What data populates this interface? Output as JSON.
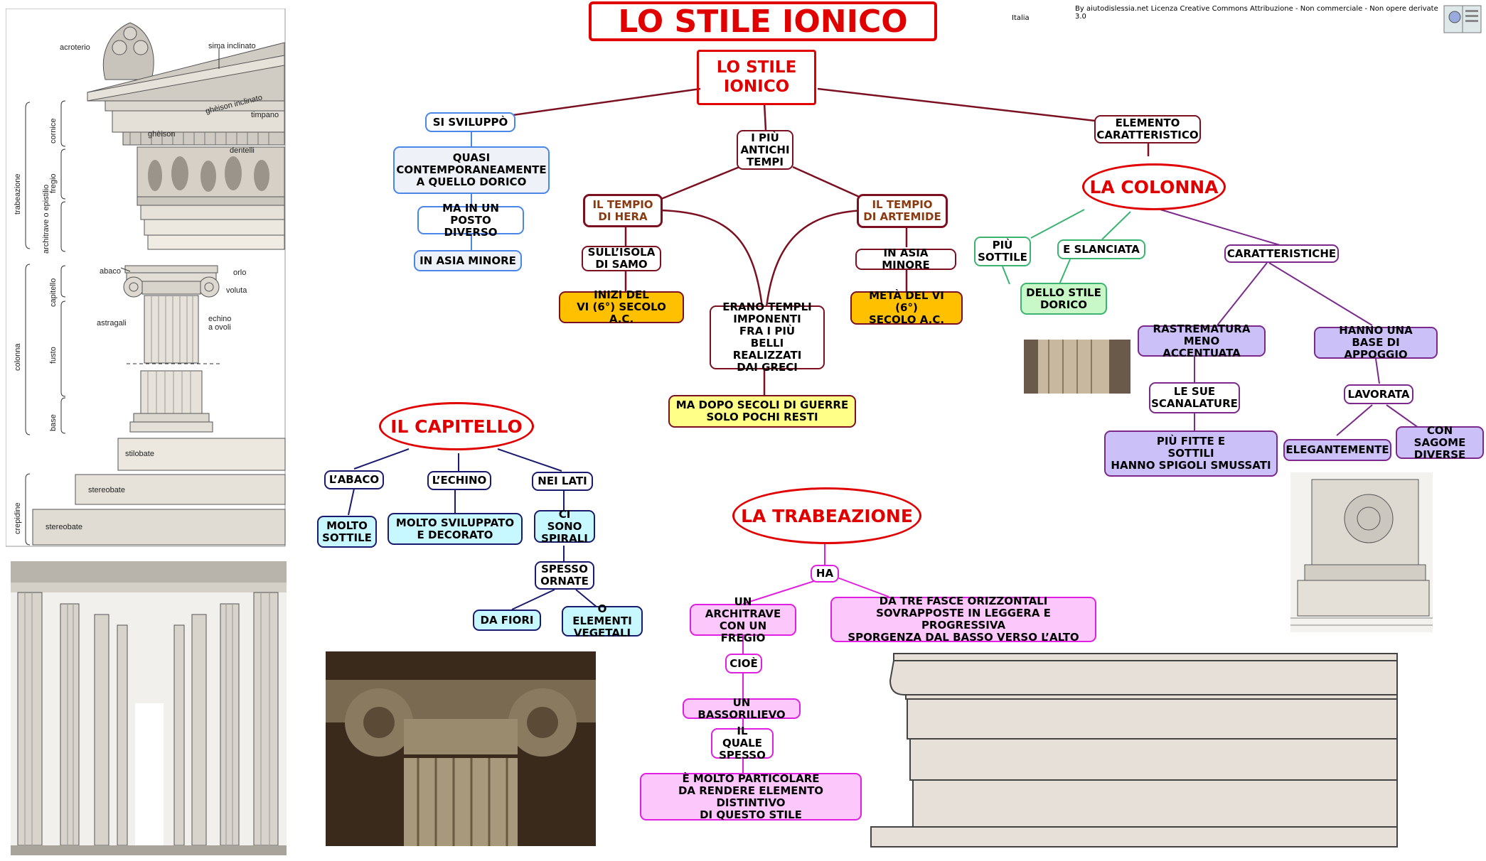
{
  "title": "LO STILE IONICO",
  "country": "Italia",
  "license": "By aiutodislessia.net Licenza Creative Commons Attribuzione - Non commerciale - Non opere derivate 3.0",
  "central": "LO STILE\nIONICO",
  "left_branch": {
    "head": "SI  SVILUPPÒ",
    "n1": "QUASI\nCONTEMPORANEAMENTE\nA QUELLO DORICO",
    "n2": "MA IN UN POSTO\nDIVERSO",
    "n3": "IN ASIA MINORE"
  },
  "middle_branch": {
    "head": "I PIÙ\nANTICHI\nTEMPI",
    "hera": "IL TEMPIO\nDI HERA",
    "samo": "SULL’ISOLA\nDI SAMO",
    "inizi": "INIZI DEL\nVI (6°) SECOLO A.C.",
    "artemide": "IL TEMPIO\nDI ARTEMIDE",
    "asia": "IN ASIA MINORE",
    "meta": "METÀ DEL VI (6°)\nSECOLO A.C.",
    "erano": "ERANO TEMPLI\nIMPONENTI\nFRA I PIÙ\nBELLI REALIZZATI\nDAI GRECI",
    "ma_dopo": "MA DOPO  SECOLI  DI  GUERRE\nSOLO POCHI RESTI"
  },
  "right_branch": {
    "head": "ELEMENTO\nCARATTERISTICO",
    "colonna": "LA COLONNA",
    "sottile": "PIÙ\nSOTTILE",
    "slanciata": "E SLANCIATA",
    "dorico": "DELLO STILE\nDORICO",
    "caratteristiche": "CARATTERISTICHE",
    "rastrematura": "RASTREMATURA\nMENO ACCENTUATA",
    "scanalature": "LE SUE\nSCANALATURE",
    "fitte": "PIÙ FITTE E\nSOTTILI\nHANNO SPIGOLI SMUSSATI",
    "base": "HANNO UNA\nBASE DI APPOGGIO",
    "lavorata": "LAVORATA",
    "elegantemente": "ELEGANTEMENTE",
    "sagome": "CON SAGOME\nDIVERSE"
  },
  "capitello": {
    "head": "IL CAPITELLO",
    "abaco": "L’ABACO",
    "echino": "L’ECHINO",
    "lati": "NEI LATI",
    "molto_sottile": "MOLTO\nSOTTILE",
    "sviluppato": "MOLTO SVILUPPATO\nE DECORATO",
    "spirali": "CI SONO\nSPIRALI",
    "ornate": "SPESSO\nORNATE",
    "fiori": "DA FIORI",
    "vegetali": "O ELEMENTI\nVEGETALI"
  },
  "trabeazione": {
    "head": "LA TRABEAZIONE",
    "ha": "HA",
    "architrave": "UN ARCHITRAVE\nCON UN FREGIO",
    "tre_fasce": "DA TRE FASCE ORIZZONTALI\nSOVRAPPOSTE IN LEGGERA E PROGRESSIVA\nSPORGENZA DAL BASSO VERSO L’ALTO",
    "cioe": "CIOÈ",
    "bassorilievo": "UN BASSORILIEVO",
    "il_quale": "IL QUALE\nSPESSO",
    "particolare": "È MOLTO PARTICOLARE\nDA RENDERE ELEMENTO DISTINTIVO\nDI QUESTO STILE"
  },
  "diagram_labels": {
    "acroterio": "acroterio",
    "sima": "sima inclinato",
    "gheison_incl": "ghèison inclinato",
    "timpano": "timpano",
    "gheison": "ghèison",
    "dentelli": "dentelli",
    "abaco": "abaco",
    "orlo": "orlo",
    "voluta": "voluta",
    "astragali": "astragali",
    "echino": "echino\na ovoli",
    "stilobate": "stilobate",
    "stereobate1": "stereobate",
    "stereobate2": "stereobate",
    "trabeazione": "trabeazione",
    "cornice": "cornice",
    "fregio": "fregio",
    "architrave": "architrave\no epistilio",
    "capitello": "capitello",
    "colonna": "colonna",
    "fusto": "fusto",
    "base": "base",
    "crepidine": "crepidine"
  }
}
